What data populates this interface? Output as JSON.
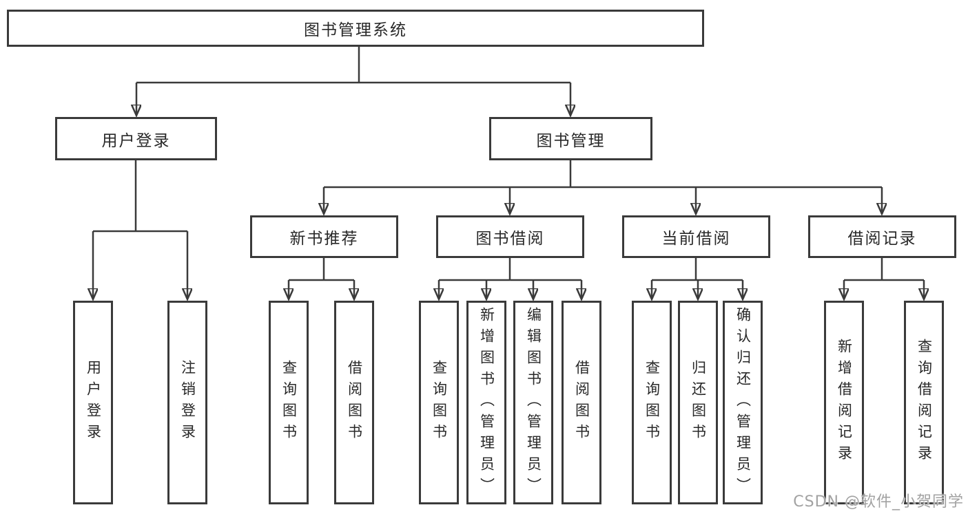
{
  "title": "图书管理系统",
  "watermark": "CSDN @软件_小贺同学",
  "colors": {
    "line": "#3a3a3a",
    "border": "#3a3a3a",
    "text": "#282828",
    "background": "#ffffff",
    "watermark": "#a2a2a2"
  },
  "nodes": {
    "root": "图书管理系统",
    "level2": [
      "用户登录",
      "图书管理"
    ],
    "level3": [
      "新书推荐",
      "图书借阅",
      "当前借阅",
      "借阅记录"
    ],
    "leaves": [
      "用户登录",
      "注销登录",
      "查询图书",
      "借阅图书",
      "查询图书",
      "新增图书（管理员）",
      "编辑图书（管理员）",
      "借阅图书",
      "查询图书",
      "归还图书",
      "确认归还（管理员）",
      "新增借阅记录",
      "查询借阅记录"
    ]
  },
  "hierarchy": {
    "图书管理系统": {
      "用户登录": [
        "用户登录",
        "注销登录"
      ],
      "图书管理": {
        "新书推荐": [
          "查询图书",
          "借阅图书"
        ],
        "图书借阅": [
          "查询图书",
          "新增图书（管理员）",
          "编辑图书（管理员）",
          "借阅图书"
        ],
        "当前借阅": [
          "查询图书",
          "归还图书",
          "确认归还（管理员）"
        ],
        "借阅记录": [
          "新增借阅记录",
          "查询借阅记录"
        ]
      }
    }
  }
}
